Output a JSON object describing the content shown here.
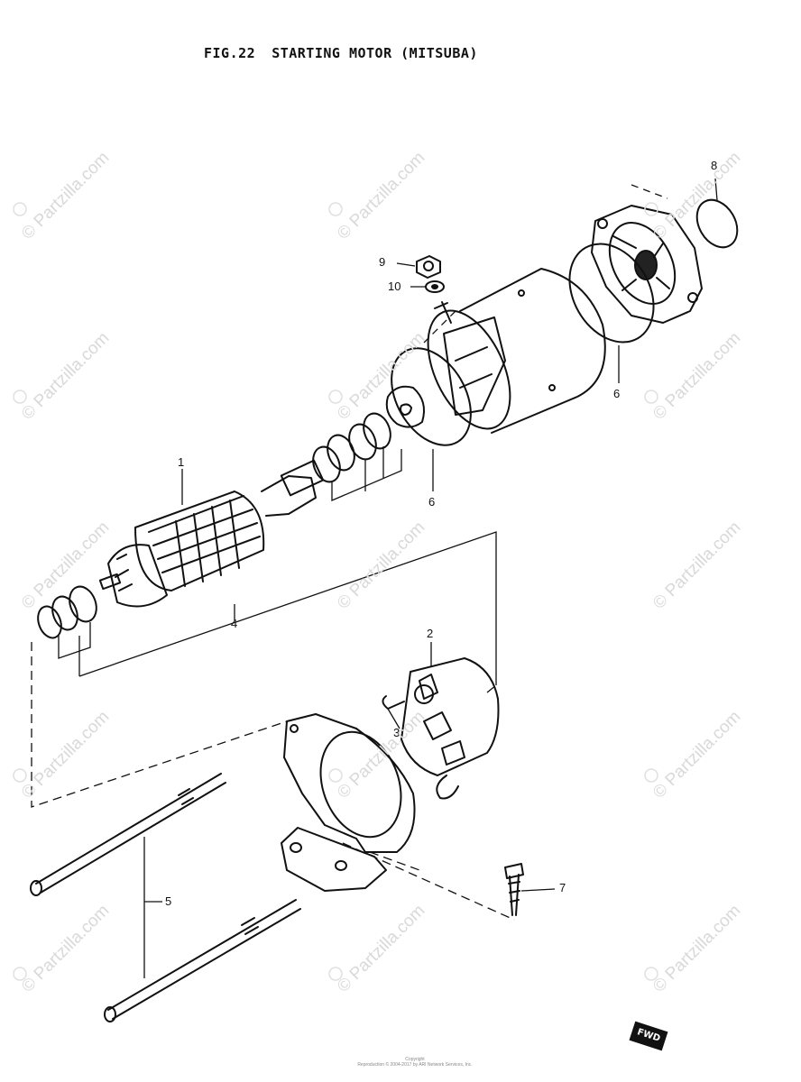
{
  "title": {
    "fig": "FIG.22",
    "text": "STARTING MOTOR (MITSUBA)"
  },
  "callouts": {
    "c1": "1",
    "c2": "2",
    "c3": "3",
    "c4": "4",
    "c5": "5",
    "c6a": "6",
    "c6b": "6",
    "c7": "7",
    "c8": "8",
    "c9": "9",
    "c10": "10"
  },
  "watermark": {
    "text": "© Partzilla.com"
  },
  "footer": {
    "line1": "Copyright",
    "line2": "Reproduction © 2004-2017 by ARI Network Services, Inc."
  },
  "fwd_label": "FWD"
}
